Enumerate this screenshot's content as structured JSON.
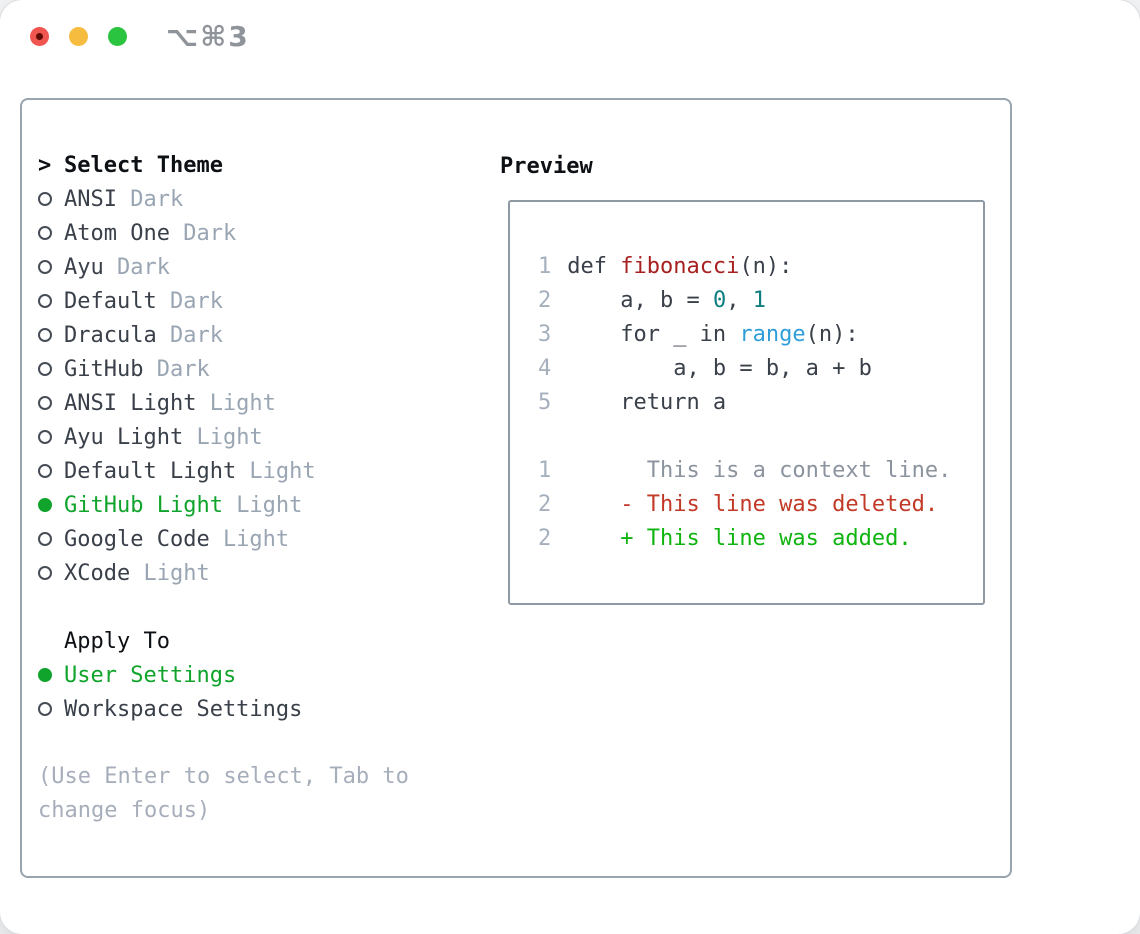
{
  "window": {
    "title": "⌥⌘3",
    "traffic_lights": [
      "close",
      "minimize",
      "zoom"
    ]
  },
  "selector": {
    "prefix": ">",
    "header": "Select Theme",
    "items": [
      {
        "name": "ANSI",
        "variant": "Dark",
        "selected": false
      },
      {
        "name": "Atom One",
        "variant": "Dark",
        "selected": false
      },
      {
        "name": "Ayu",
        "variant": "Dark",
        "selected": false
      },
      {
        "name": "Default",
        "variant": "Dark",
        "selected": false
      },
      {
        "name": "Dracula",
        "variant": "Dark",
        "selected": false
      },
      {
        "name": "GitHub",
        "variant": "Dark",
        "selected": false
      },
      {
        "name": "ANSI Light",
        "variant": "Light",
        "selected": false
      },
      {
        "name": "Ayu Light",
        "variant": "Light",
        "selected": false
      },
      {
        "name": "Default Light",
        "variant": "Light",
        "selected": false
      },
      {
        "name": "GitHub Light",
        "variant": "Light",
        "selected": true
      },
      {
        "name": "Google Code",
        "variant": "Light",
        "selected": false
      },
      {
        "name": "XCode",
        "variant": "Light",
        "selected": false
      }
    ],
    "apply_to": {
      "header": "Apply To",
      "options": [
        {
          "label": "User Settings",
          "selected": true
        },
        {
          "label": "Workspace Settings",
          "selected": false
        }
      ]
    },
    "hint": "(Use Enter to select, Tab to change focus)"
  },
  "preview": {
    "title": "Preview",
    "lines": [
      {
        "num": "1",
        "segments": [
          {
            "text": "def ",
            "color": "default"
          },
          {
            "text": "fibonacci",
            "color": "function"
          },
          {
            "text": "(n):",
            "color": "default"
          }
        ]
      },
      {
        "num": "2",
        "segments": [
          {
            "text": "    a, b = ",
            "color": "default"
          },
          {
            "text": "0",
            "color": "number"
          },
          {
            "text": ", ",
            "color": "default"
          },
          {
            "text": "1",
            "color": "number"
          }
        ]
      },
      {
        "num": "3",
        "segments": [
          {
            "text": "    for _ in ",
            "color": "default"
          },
          {
            "text": "range",
            "color": "builtin"
          },
          {
            "text": "(n):",
            "color": "default"
          }
        ]
      },
      {
        "num": "4",
        "segments": [
          {
            "text": "        a, b = b, a + b",
            "color": "default"
          }
        ]
      },
      {
        "num": "5",
        "segments": [
          {
            "text": "    return a",
            "color": "default"
          }
        ]
      },
      {
        "num": "",
        "segments": []
      },
      {
        "num": "1",
        "segments": [
          {
            "text": "      This is a context line.",
            "color": "context"
          }
        ]
      },
      {
        "num": "2",
        "segments": [
          {
            "text": "    - This line was deleted.",
            "color": "deleted"
          }
        ]
      },
      {
        "num": "2",
        "segments": [
          {
            "text": "    + This line was added.",
            "color": "added"
          }
        ]
      }
    ]
  },
  "colors": {
    "default": "#3a4049",
    "function": "#a72121",
    "number": "#0d7e80",
    "builtin": "#2f9ed8",
    "context": "#8b939e",
    "deleted": "#c23a27",
    "added": "#10b410",
    "line_number": "#a6b0bd",
    "selection_green": "#10a42c",
    "muted": "#9aa5b3",
    "text_dark": "#3a4049",
    "header_black": "#0d1014",
    "hint_grey": "#a7aebb",
    "traffic_red": "#f0564f",
    "traffic_yellow": "#f5bc40",
    "traffic_green": "#2bc440",
    "title_grey": "#8f949b",
    "border_grey": "#9aa4ad"
  }
}
